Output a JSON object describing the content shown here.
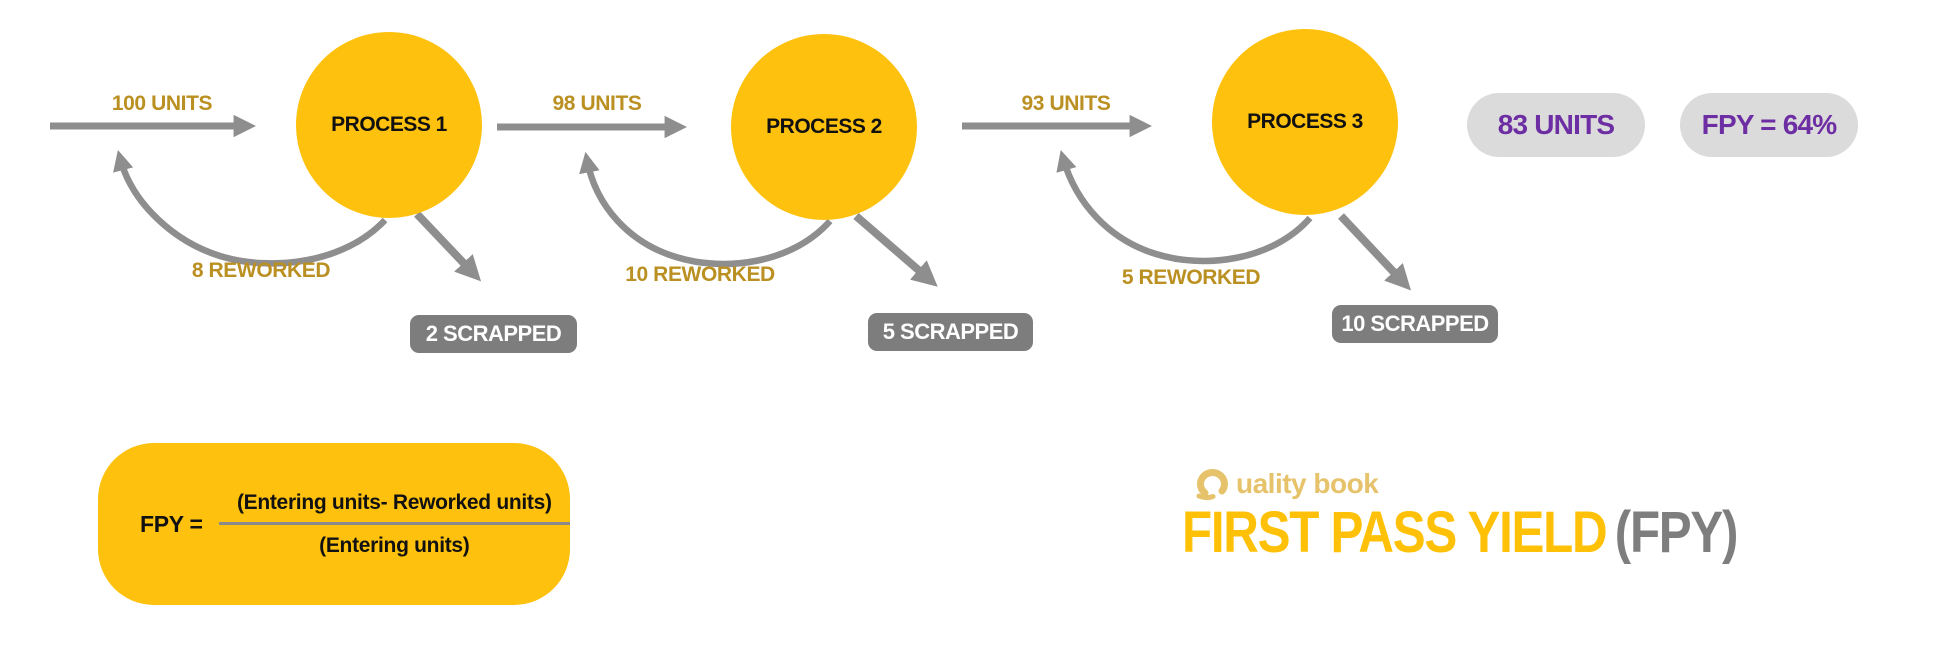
{
  "flow": {
    "stages": [
      {
        "units_in": "100 UNITS",
        "process": "PROCESS 1",
        "reworked": "8 REWORKED",
        "scrapped": "2 SCRAPPED"
      },
      {
        "units_in": "98 UNITS",
        "process": "PROCESS 2",
        "reworked": "10 REWORKED",
        "scrapped": "5 SCRAPPED"
      },
      {
        "units_in": "93 UNITS",
        "process": "PROCESS 3",
        "reworked": "5 REWORKED",
        "scrapped": "10 SCRAPPED"
      }
    ],
    "results": {
      "units_out": "83 UNITS",
      "fpy": "FPY = 64%"
    }
  },
  "formula": {
    "lhs": "FPY =",
    "numerator": "(Entering units- Reworked units)",
    "denominator": "(Entering units)"
  },
  "branding": {
    "logo_text": "uality book",
    "title": "FIRST PASS YIELD",
    "title_suffix": "(FPY)"
  },
  "icons": {
    "logo_mark": "quality-book-q-icon",
    "arrow": "flow-arrow"
  },
  "colors": {
    "process_yellow": "#FEC10D",
    "label_gold": "#BB9022",
    "arrow_gray": "#8E8E8E",
    "scrap_gray": "#7D7D7D",
    "pill_bg": "#DBDBDB",
    "pill_purple": "#6D2EA3",
    "title_yellow": "#FFC107",
    "title_gray": "#7E7E7E",
    "logo_gold": "#E6C26A"
  }
}
